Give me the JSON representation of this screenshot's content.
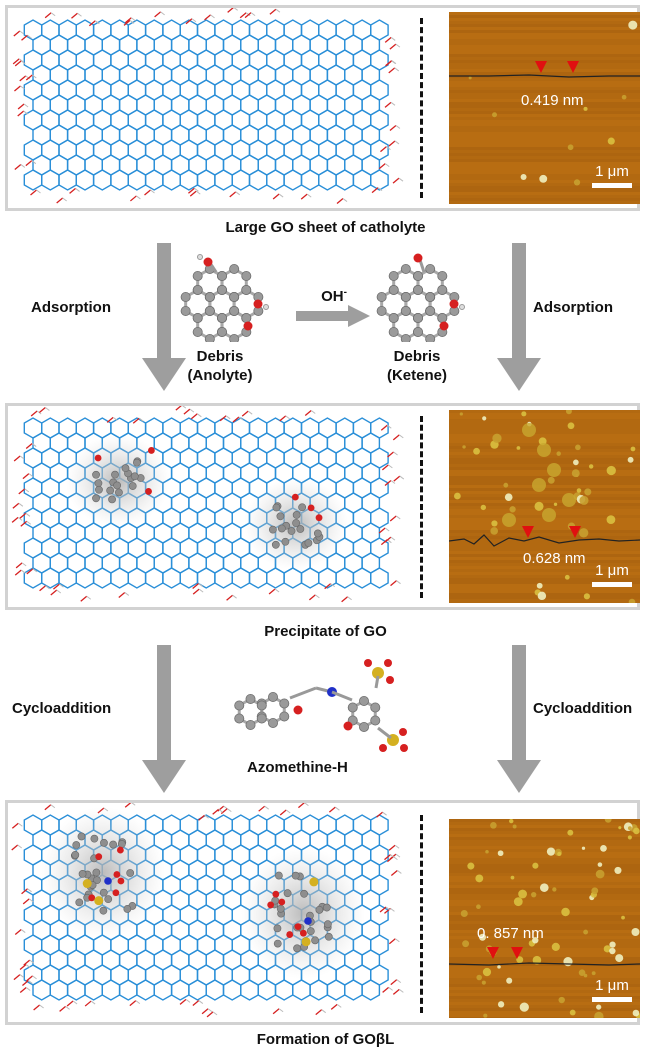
{
  "captions": {
    "panel1": "Large GO sheet of catholyte",
    "panel2": "Precipitate of GO",
    "panel3": "Formation of GOβL"
  },
  "steps": {
    "adsorption_left": "Adsorption",
    "adsorption_right": "Adsorption",
    "cycloaddition_left": "Cycloaddition",
    "cycloaddition_right": "Cycloaddition"
  },
  "molecules": {
    "anolyte_line1": "Debris",
    "anolyte_line2": "(Anolyte)",
    "ketene_line1": "Debris",
    "ketene_line2": "(Ketene)",
    "reagent": "OH",
    "reagent_sup": "-",
    "azomethine": "Azomethine-H"
  },
  "afm": {
    "panel1_height": "0.419 nm",
    "panel2_height": "0.628 nm",
    "panel3_height": "0. 857 nm",
    "scale": "1 μm"
  },
  "colors": {
    "lattice": "#2a8fd8",
    "oxygen": "#d62020",
    "afm_base": "#b36a10",
    "arrow": "#9e9e9e",
    "marker": "#e01010"
  }
}
